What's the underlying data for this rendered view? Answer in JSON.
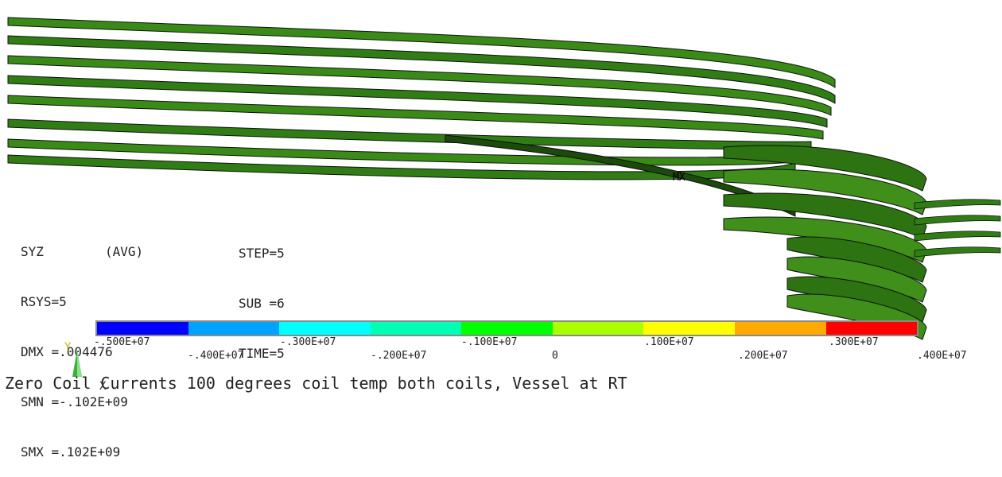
{
  "info_left": {
    "line1": "SYZ        (AVG)",
    "line2": "RSYS=5",
    "line3": "DMX =.004476",
    "line4": "SMN =-.102E+09",
    "line5": "SMX =.102E+09"
  },
  "info_right": {
    "step": "STEP=5",
    "sub": "SUB =6",
    "time": "TIME=5"
  },
  "marker_text": "MX",
  "legend": {
    "colors": [
      "#0000ff",
      "#00a2ff",
      "#00ffff",
      "#00ffb4",
      "#00ff00",
      "#aaff00",
      "#ffff00",
      "#ffaa00",
      "#ff0000"
    ],
    "ticks_top": [
      "-.500E+07",
      "-.300E+07",
      "-.100E+07",
      ".100E+07",
      ".300E+07"
    ],
    "ticks_bottom": [
      "-.400E+07",
      "-.200E+07",
      "0",
      ".200E+07",
      ".400E+07"
    ]
  },
  "axis": {
    "y": "Y",
    "x": "X"
  },
  "caption": "Zero Coil Currents 100 degrees coil temp both coils, Vessel at RT",
  "colors": {
    "coil_green": "#2f7d14",
    "coil_dark": "#1b4a0b",
    "edge": "#111111",
    "bar_border": "#8a8a8a"
  }
}
